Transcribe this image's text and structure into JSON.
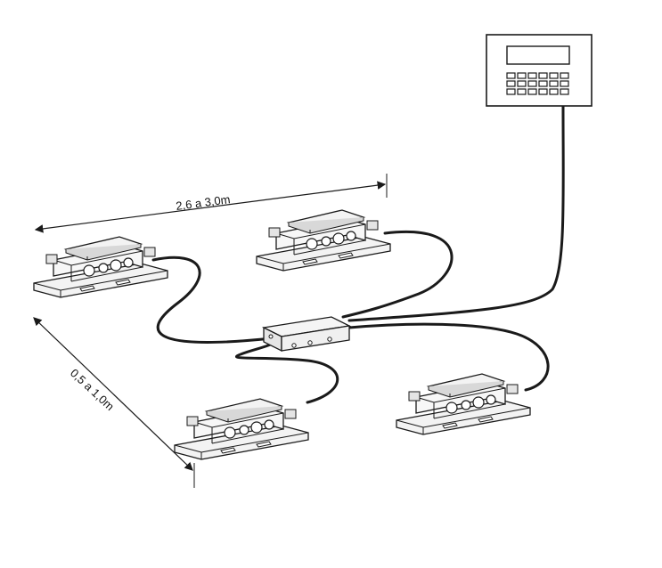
{
  "dimensions": {
    "length_label": "2,6 a 3,0m",
    "width_label": "0,5 a 1,0m"
  },
  "components": {
    "load_cells": 4,
    "junction_box": 1,
    "indicator": {
      "display": 1,
      "keypad_rows": 3,
      "keypad_cols": 6
    }
  },
  "colors": {
    "line": "#1a1a1a",
    "metal_fill": "#f3f3f3",
    "shadow": "#cfcfcf",
    "background": "#ffffff"
  }
}
